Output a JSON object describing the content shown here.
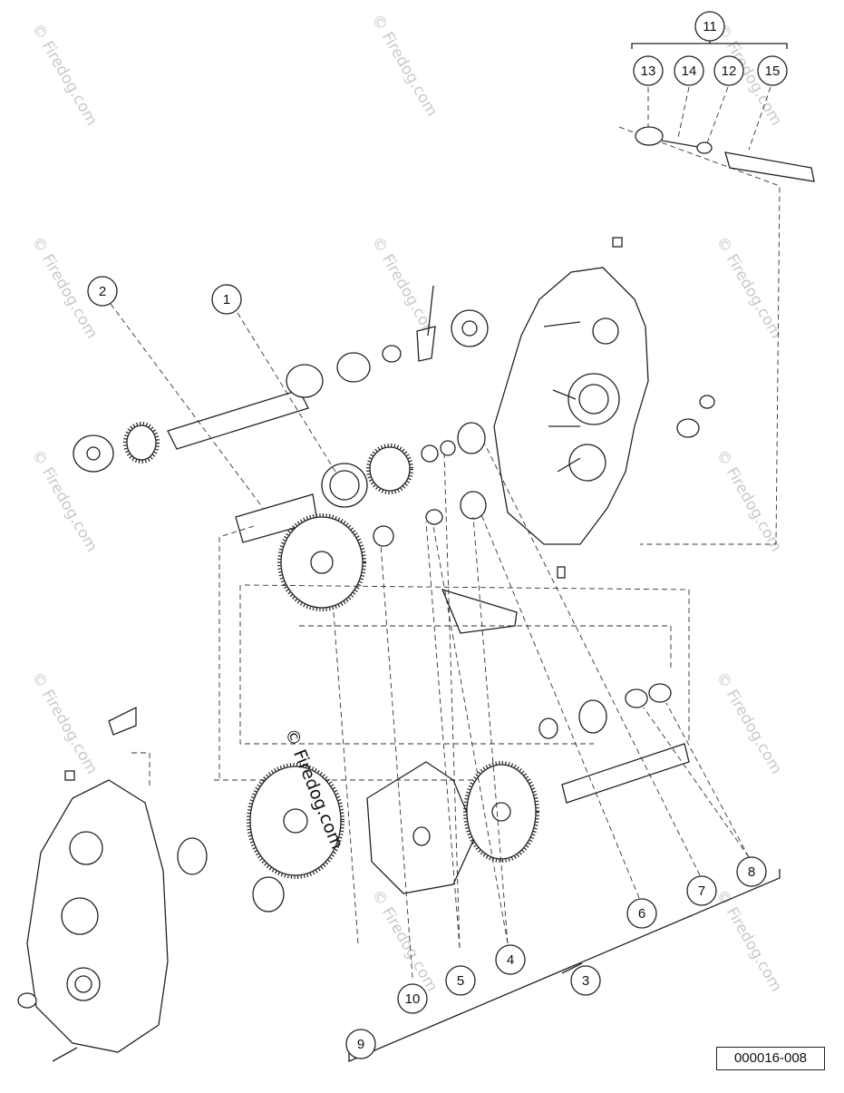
{
  "diagram": {
    "callouts": [
      {
        "id": "callout-1",
        "label": "1"
      },
      {
        "id": "callout-2",
        "label": "2"
      },
      {
        "id": "callout-3",
        "label": "3"
      },
      {
        "id": "callout-4",
        "label": "4"
      },
      {
        "id": "callout-5",
        "label": "5"
      },
      {
        "id": "callout-6",
        "label": "6"
      },
      {
        "id": "callout-7",
        "label": "7"
      },
      {
        "id": "callout-8",
        "label": "8"
      },
      {
        "id": "callout-9",
        "label": "9"
      },
      {
        "id": "callout-10",
        "label": "10"
      },
      {
        "id": "callout-11",
        "label": "11"
      },
      {
        "id": "callout-12",
        "label": "12"
      },
      {
        "id": "callout-13",
        "label": "13"
      },
      {
        "id": "callout-14",
        "label": "14"
      },
      {
        "id": "callout-15",
        "label": "15"
      }
    ],
    "drawing_number": "000016-008",
    "center_watermark": "© Firedog.com",
    "tile_watermark": "© Firedog.com"
  }
}
